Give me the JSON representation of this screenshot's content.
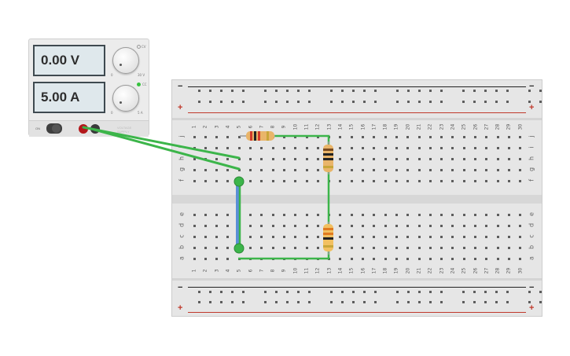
{
  "power_supply": {
    "voltage_display": "0.00 V",
    "current_display": "5.00 A",
    "on_label": "ON",
    "voltage_knob_min": "0",
    "voltage_knob_max": "30 V",
    "current_knob_min": "0",
    "current_knob_max": "5 A",
    "cv_label": "CV",
    "cc_label": "CC",
    "brand_line1": "VOLTAGE",
    "brand_line2": "SUPPLY",
    "plus_terminal_color": "#b3181b",
    "minus_terminal_color": "#3a3a3a",
    "cc_indicator_color": "#36c23e"
  },
  "breadboard": {
    "columns": [
      "1",
      "2",
      "3",
      "4",
      "5",
      "6",
      "7",
      "8",
      "9",
      "10",
      "11",
      "12",
      "13",
      "14",
      "15",
      "16",
      "17",
      "18",
      "19",
      "20",
      "21",
      "22",
      "23",
      "24",
      "25",
      "26",
      "27",
      "28",
      "29",
      "30"
    ],
    "rows_top": [
      "j",
      "i",
      "h",
      "g",
      "f"
    ],
    "rows_bottom": [
      "e",
      "d",
      "c",
      "b",
      "a"
    ],
    "rail_minus": "−",
    "rail_plus": "+",
    "minus_color": "#222222",
    "plus_color": "#c0392b"
  },
  "components": {
    "wire_color": "#3cb54a",
    "wire2_color": "#5a8fd6"
  }
}
